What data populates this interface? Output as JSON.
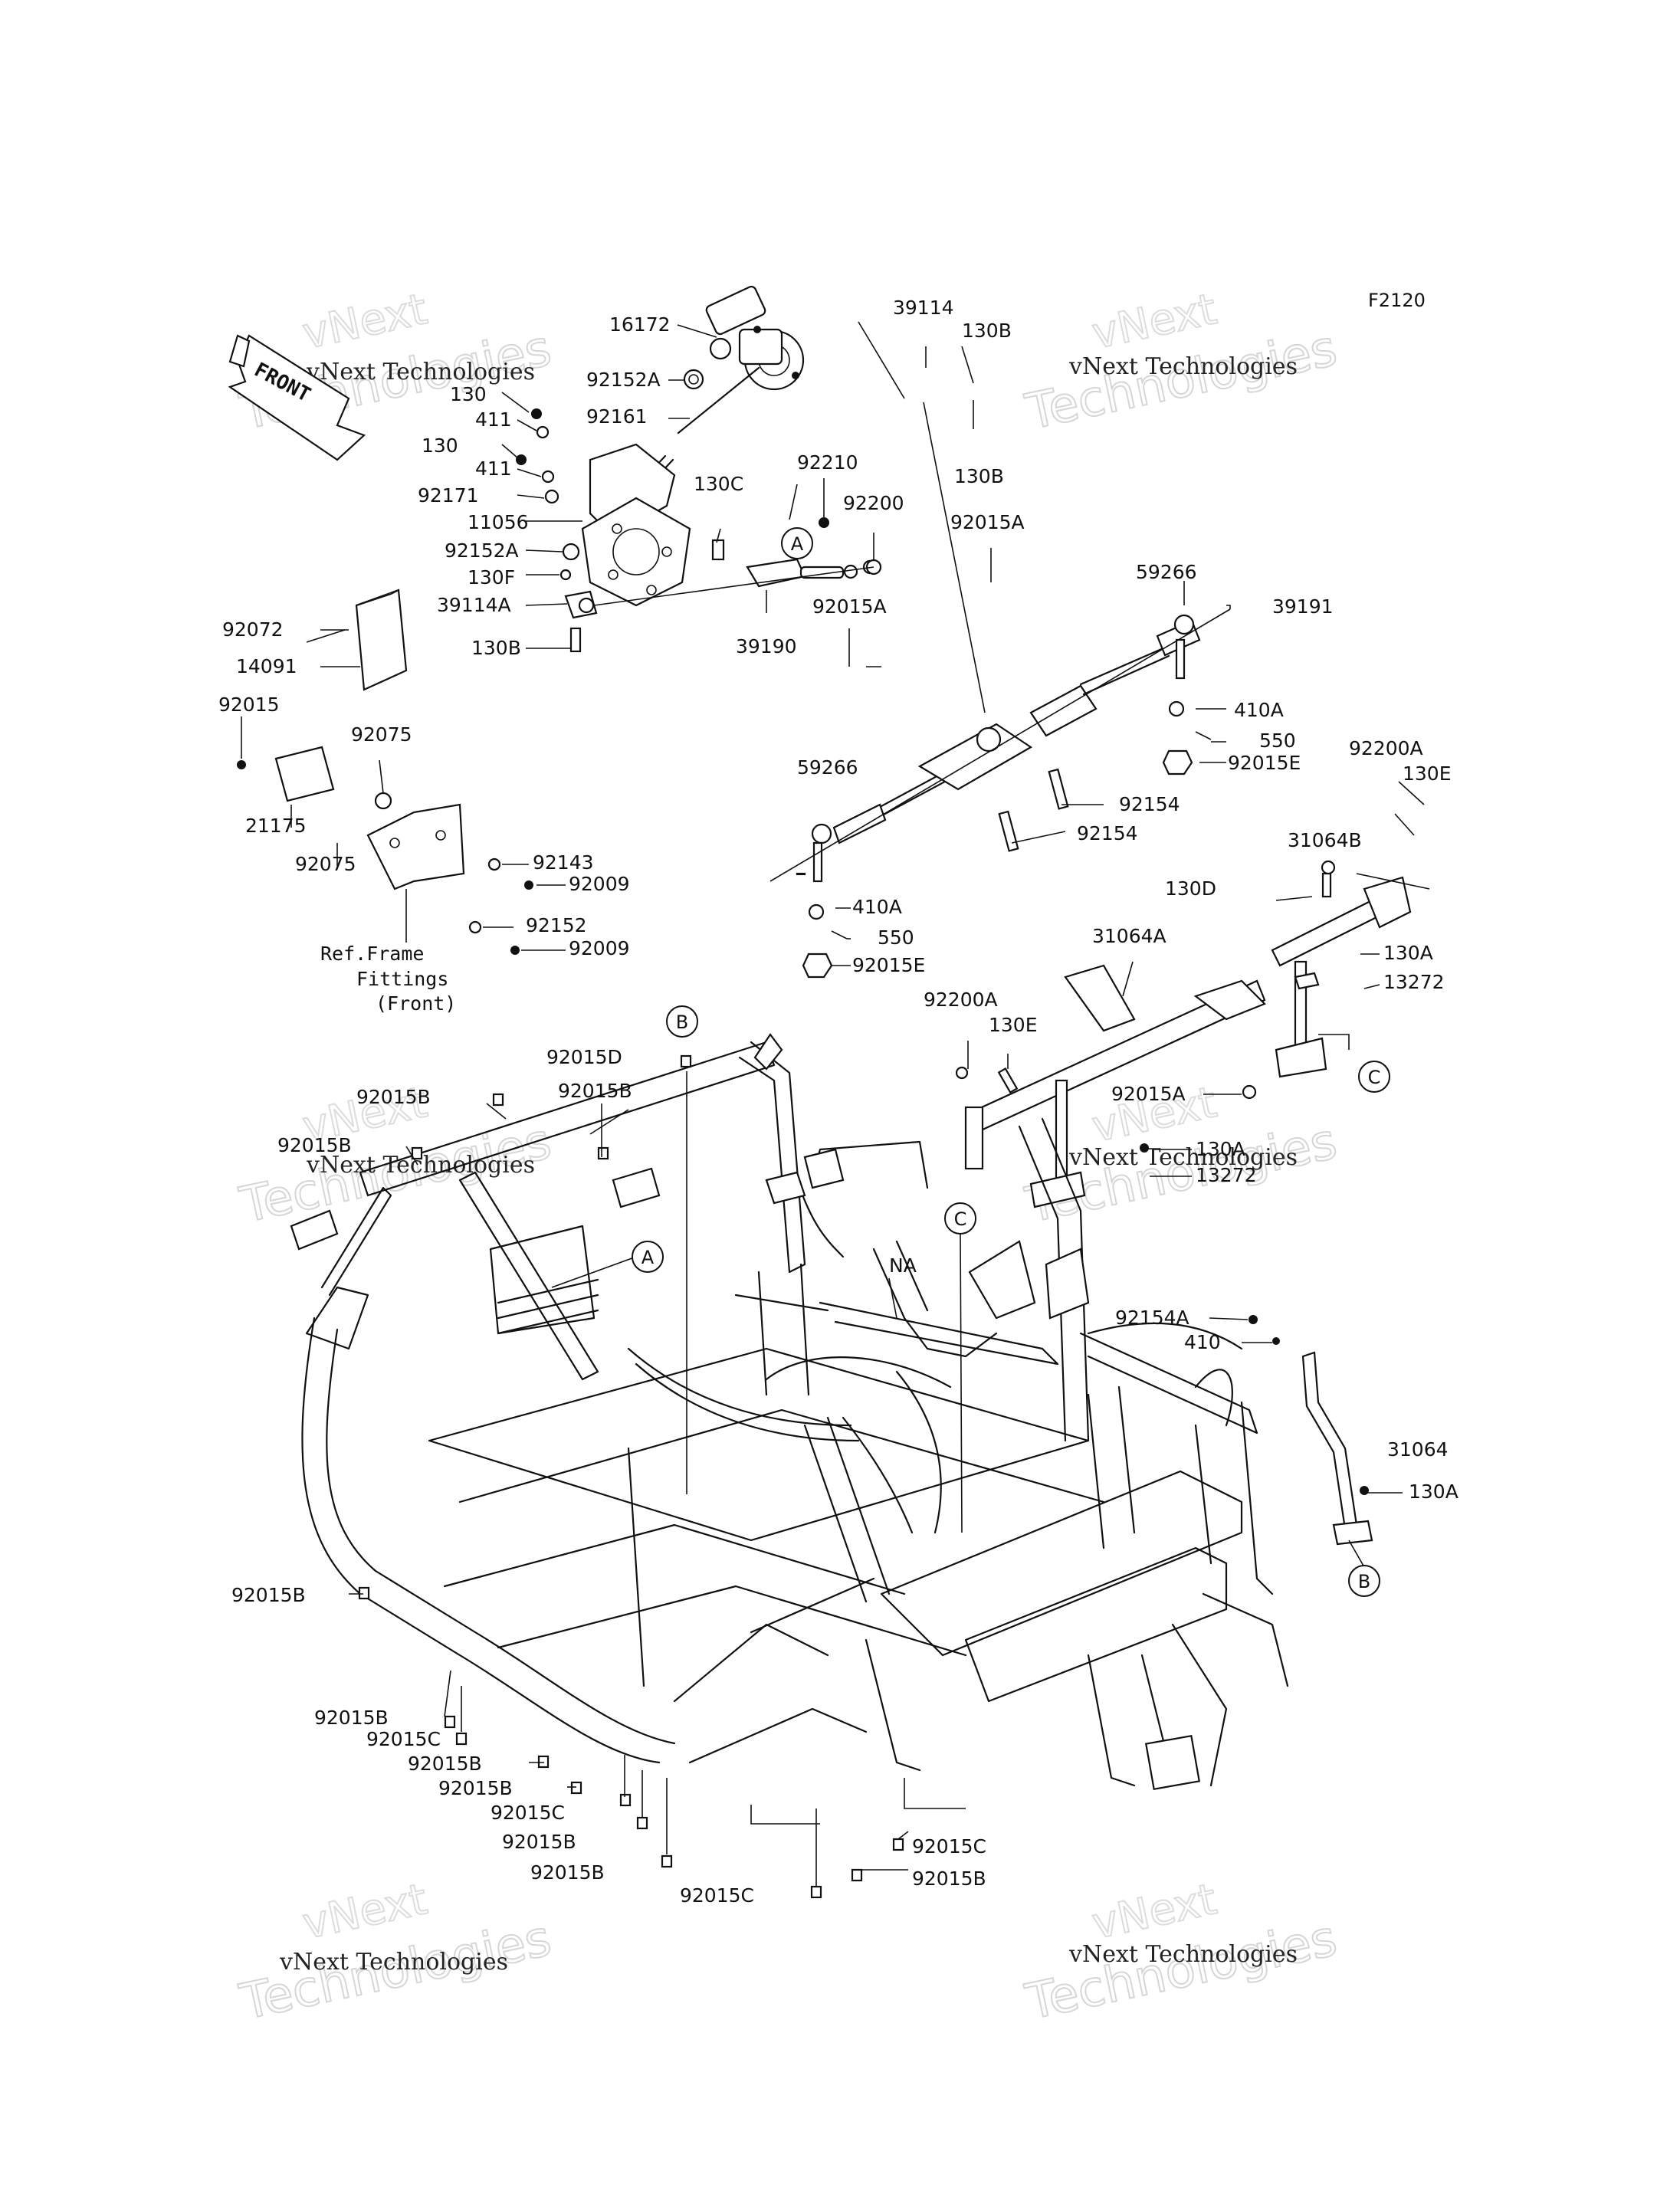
{
  "diagram_code": "F2120",
  "front_arrow_label": "FRONT",
  "reference_note": [
    "Ref.Frame",
    "Fittings",
    "(Front)"
  ],
  "callouts": [
    "A",
    "B",
    "C"
  ],
  "watermark": {
    "line1": "vNext",
    "line2": "Technologies",
    "caption": "vNext Technologies"
  },
  "parts": {
    "p16172": "16172",
    "p92152A_1": "92152A",
    "p130_1": "130",
    "p411_1": "411",
    "p92161": "92161",
    "p130_2": "130",
    "p411_2": "411",
    "p92171": "92171",
    "p11056": "11056",
    "p92152A_2": "92152A",
    "p130F": "130F",
    "p39114A": "39114A",
    "p130B_3": "130B",
    "p92072": "92072",
    "p14091": "14091",
    "p130C": "130C",
    "p92210": "92210",
    "p92200": "92200",
    "p39190": "39190",
    "p39114": "39114",
    "p130B_1": "130B",
    "p130B_2": "130B",
    "p92015A_1": "92015A",
    "p92015A_2": "92015A",
    "p59266_1": "59266",
    "p39191": "39191",
    "p410A_1": "410A",
    "p550_1": "550",
    "p92015E_1": "92015E",
    "p92154_1": "92154",
    "p92154_2": "92154",
    "p59266_2": "59266",
    "p410A_2": "410A",
    "p550_2": "550",
    "p92015E_2": "92015E",
    "p92015": "92015",
    "p92075_1": "92075",
    "p21175": "21175",
    "p92075_2": "92075",
    "p92143": "92143",
    "p92009_1": "92009",
    "p92152": "92152",
    "p92009_2": "92009",
    "p92200A_1": "92200A",
    "p130E_1": "130E",
    "p31064B": "31064B",
    "p130D": "130D",
    "p130A_1": "130A",
    "p13272_1": "13272",
    "p31064A": "31064A",
    "p92200A_2": "92200A",
    "p130E_2": "130E",
    "p92015A_3": "92015A",
    "p130A_2": "130A",
    "p13272_2": "13272",
    "p92015D": "92015D",
    "p92015B_1": "92015B",
    "p92015B_2": "92015B",
    "p92015B_3": "92015B",
    "pNA": "NA",
    "p92154A": "92154A",
    "p410": "410",
    "p31064": "31064",
    "p130A_3": "130A",
    "p92015B_4": "92015B",
    "p92015B_5": "92015B",
    "p92015C_1": "92015C",
    "p92015B_6": "92015B",
    "p92015B_7": "92015B",
    "p92015C_2": "92015C",
    "p92015B_8": "92015B",
    "p92015B_9": "92015B",
    "p92015C_3": "92015C",
    "p92015C_4": "92015C",
    "p92015B_10": "92015B"
  }
}
